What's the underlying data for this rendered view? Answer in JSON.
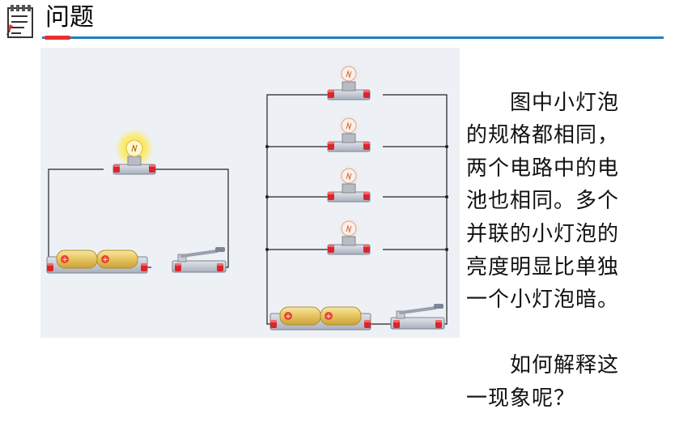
{
  "header": {
    "title": "问题",
    "icon": "checklist-pencil-icon"
  },
  "figure": {
    "left_circuit": {
      "bulbs": 1,
      "bulb_state": "bright"
    },
    "right_circuit": {
      "bulbs": 4,
      "bulb_state": "dim",
      "connection": "parallel"
    }
  },
  "question": {
    "paragraph1": "　　图中小灯泡\n的规格都相同，\n两个电路中的电\n池也相同。多个\n并联的小灯泡的\n亮度明显比单独\n一个小灯泡暗。",
    "paragraph2": "　　如何解释这\n一现象呢？"
  },
  "colors": {
    "accent_blue": "#1f7fc6",
    "accent_red": "#e8302c",
    "figure_background": "#edf1f5"
  }
}
